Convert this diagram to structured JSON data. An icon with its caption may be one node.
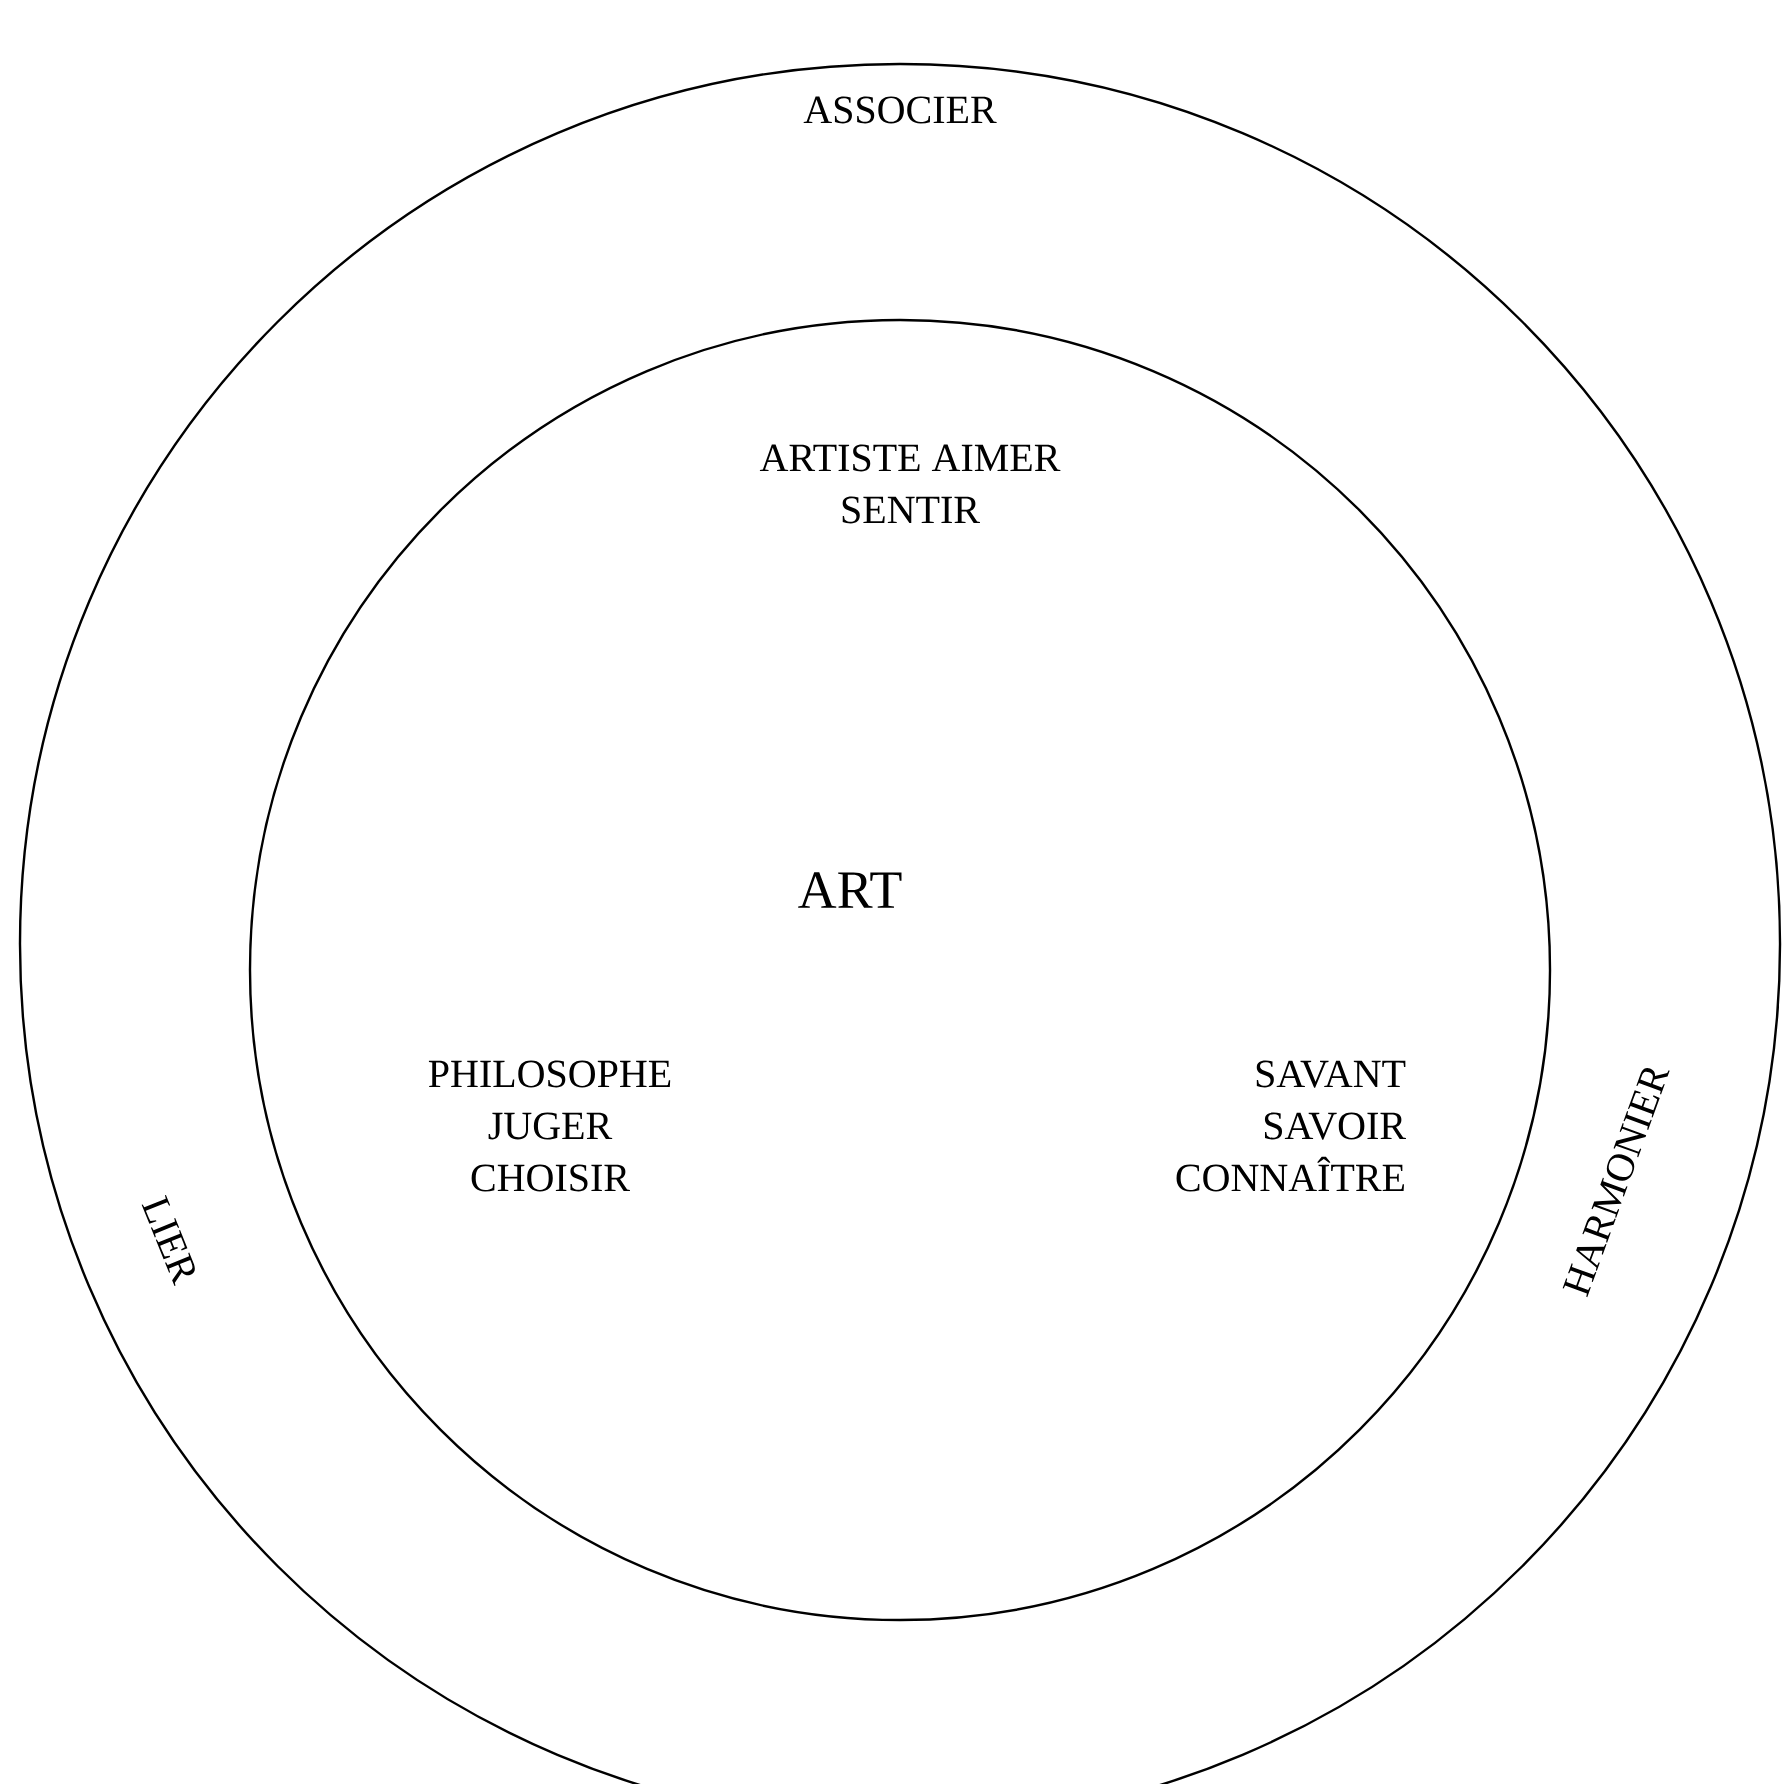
{
  "diagram": {
    "nodes": [
      {
        "text": [
          "ASSOCIER",
          "LIER",
          "HARMONIER"
        ]
      },
      {
        "text": [
          "ARTISTE AIMER SENTIR",
          "ART",
          "PHILOSOPHE JUGER CHOISIR",
          "SAVANT SAVOIR CONNAÎTRE"
        ],
        "in": 0
      }
    ]
  }
}
